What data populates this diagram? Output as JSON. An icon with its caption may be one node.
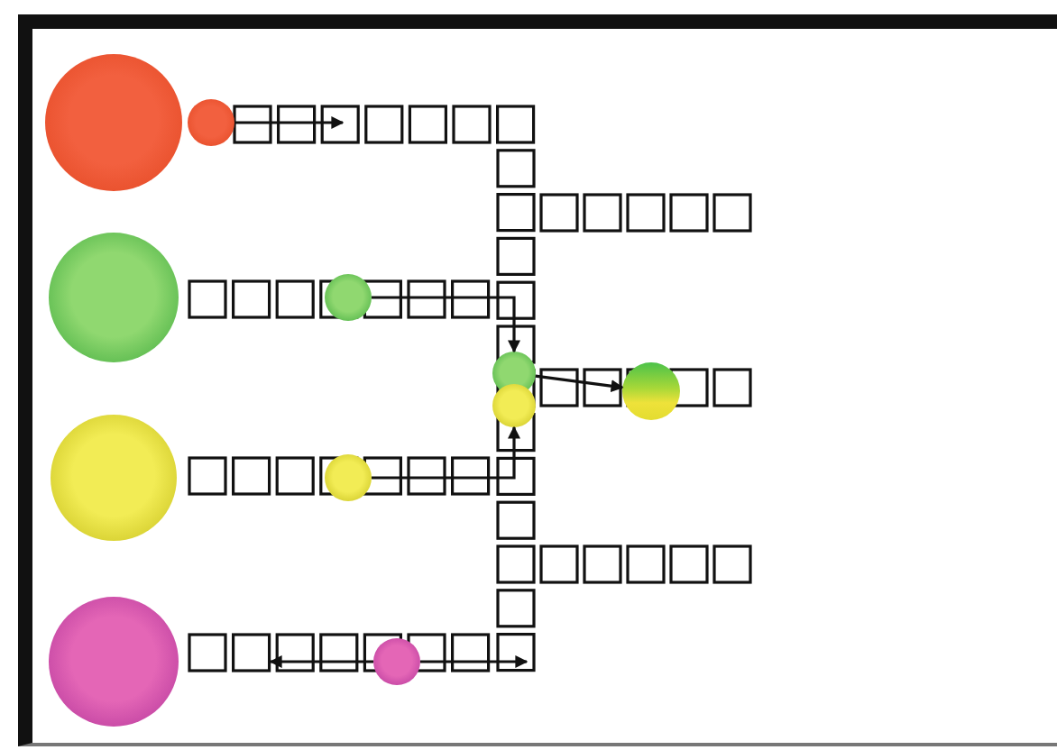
{
  "diagram": {
    "nodes": [
      {
        "text": [],
        "shape": "circle"
      },
      {
        "text": [],
        "shape": "circle"
      },
      {
        "text": [],
        "shape": "circle"
      },
      {
        "text": [],
        "shape": "circle"
      },
      {
        "text": [],
        "shape": "circle"
      },
      {
        "text": [],
        "shape": "circle"
      },
      {
        "text": [],
        "shape": "circle"
      },
      {
        "text": [],
        "shape": "circle"
      },
      {
        "text": [],
        "shape": "circle"
      },
      {
        "text": [],
        "shape": "circle"
      },
      {
        "text": [],
        "shape": "circle"
      }
    ],
    "edges": [
      {
        "from": 1,
        "to": null,
        "arrow": "to"
      },
      {
        "from": 3,
        "to": 4,
        "arrow": "to"
      },
      {
        "from": 8,
        "to": 6,
        "arrow": "to"
      },
      {
        "from": 4,
        "to": 5,
        "arrow": "to"
      },
      {
        "from": 10,
        "to": null,
        "arrow": "to"
      },
      {
        "from": 10,
        "to": null,
        "arrow": "to"
      }
    ]
  }
}
